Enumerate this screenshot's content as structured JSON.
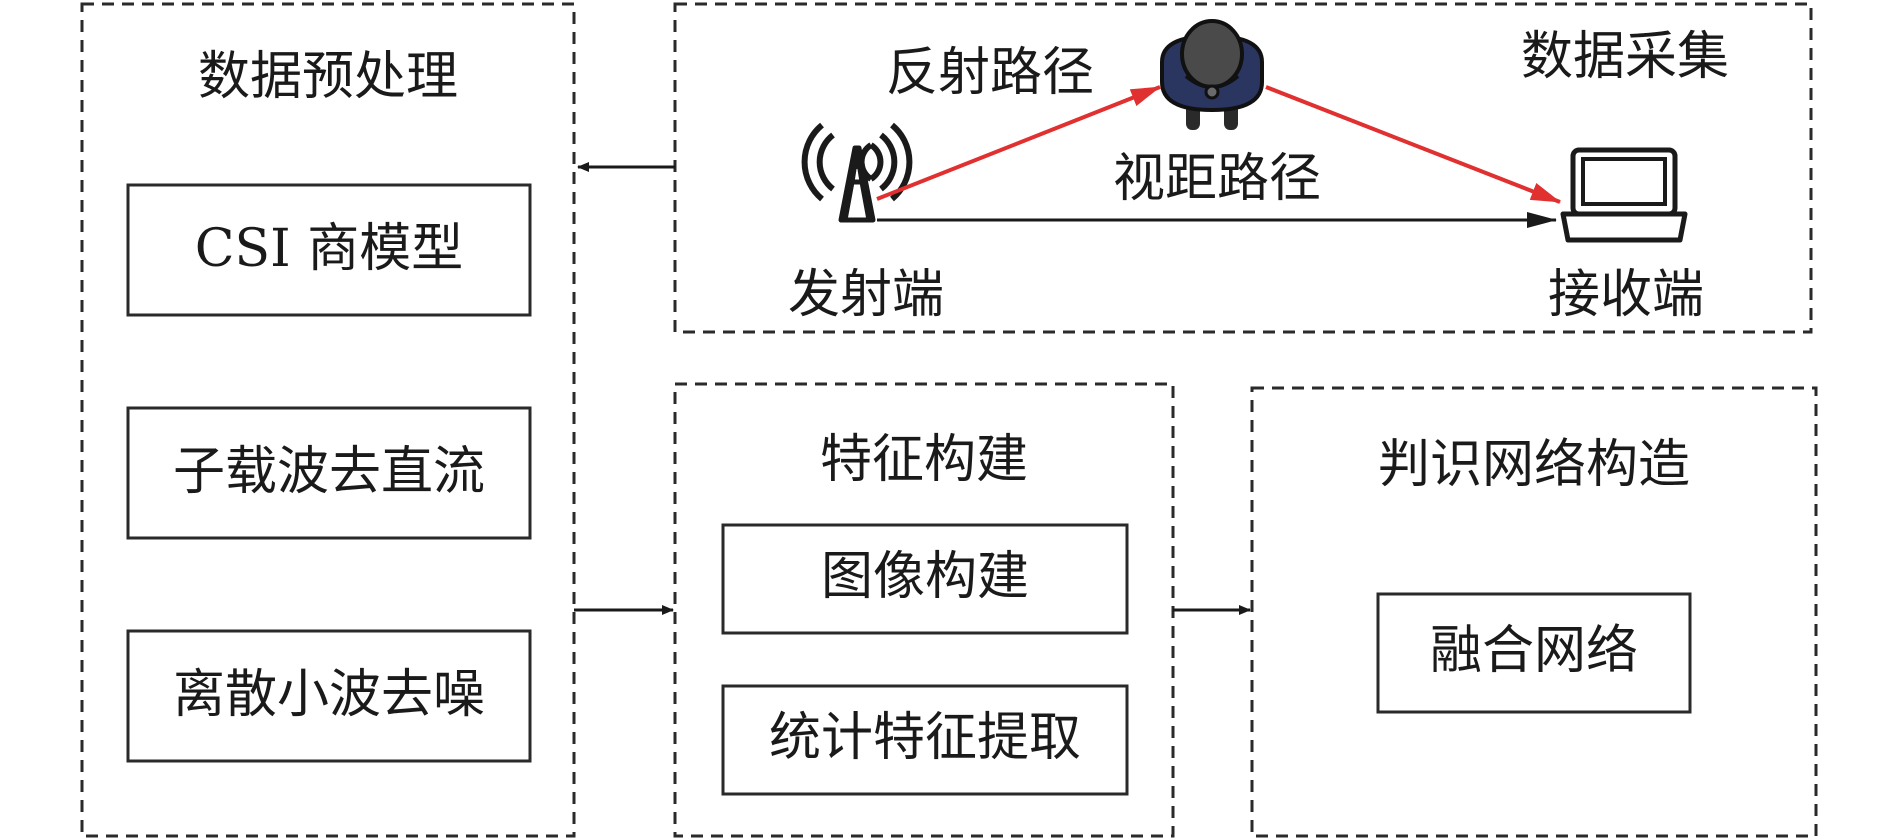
{
  "panels": {
    "preprocess": {
      "title": "数据预处理",
      "steps": [
        "CSI 商模型",
        "子载波去直流",
        "离散小波去噪"
      ]
    },
    "collection": {
      "title": "数据采集",
      "reflect_label": "反射路径",
      "los_label": "视距路径",
      "tx_label": "发射端",
      "rx_label": "接收端"
    },
    "feature": {
      "title": "特征构建",
      "steps": [
        "图像构建",
        "统计特征提取"
      ]
    },
    "network": {
      "title": "判识网络构造",
      "steps": [
        "融合网络"
      ]
    }
  },
  "colors": {
    "line": "#1a1a1a",
    "reflect_path": "#e03030",
    "person_body": "#2a3560",
    "person_head": "#4a4a4a"
  },
  "icons": [
    "antenna-icon",
    "person-icon",
    "laptop-icon"
  ]
}
